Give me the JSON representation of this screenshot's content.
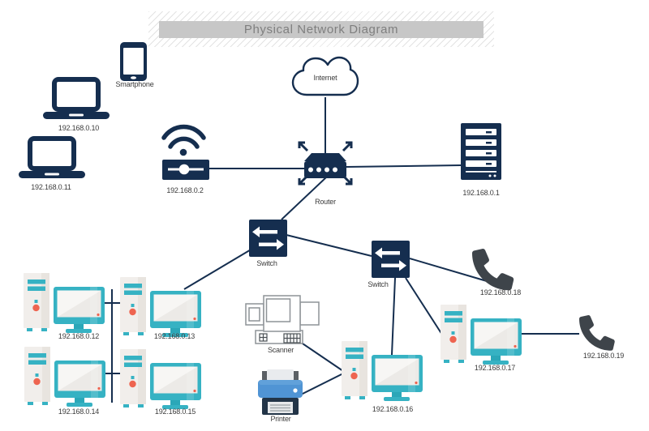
{
  "title": "Physical Network Diagram",
  "colors": {
    "navy": "#152e4f",
    "teal": "#36b2c3",
    "orange": "#ee6450",
    "phone_dark": "#3e444a",
    "printer_blue": "#5094d4",
    "title_bar_gray": "#c7c7c7",
    "label_text": "#3c3c3c"
  },
  "devices": {
    "smartphone": {
      "label": "Smartphone"
    },
    "laptop1": {
      "label": "192.168.0.10"
    },
    "laptop2": {
      "label": "192.168.0.11"
    },
    "access_point": {
      "label": "192.168.0.2"
    },
    "internet": {
      "label": "Internet"
    },
    "router": {
      "label": "Router"
    },
    "server": {
      "label": "192.168.0.1"
    },
    "switch1": {
      "label": "Switch"
    },
    "switch2": {
      "label": "Switch"
    },
    "phone1": {
      "label": "192.168.0.18"
    },
    "phone2": {
      "label": "192.168.0.19"
    },
    "ws12": {
      "label": "192.168.0.12"
    },
    "ws13": {
      "label": "192.168.0.13"
    },
    "ws14": {
      "label": "192.168.0.14"
    },
    "ws15": {
      "label": "192.168.0.15"
    },
    "ws16": {
      "label": "192.168.0.16"
    },
    "ws17": {
      "label": "192.168.0.17"
    },
    "scanner": {
      "label": "Scanner"
    },
    "printer": {
      "label": "Printer"
    }
  }
}
